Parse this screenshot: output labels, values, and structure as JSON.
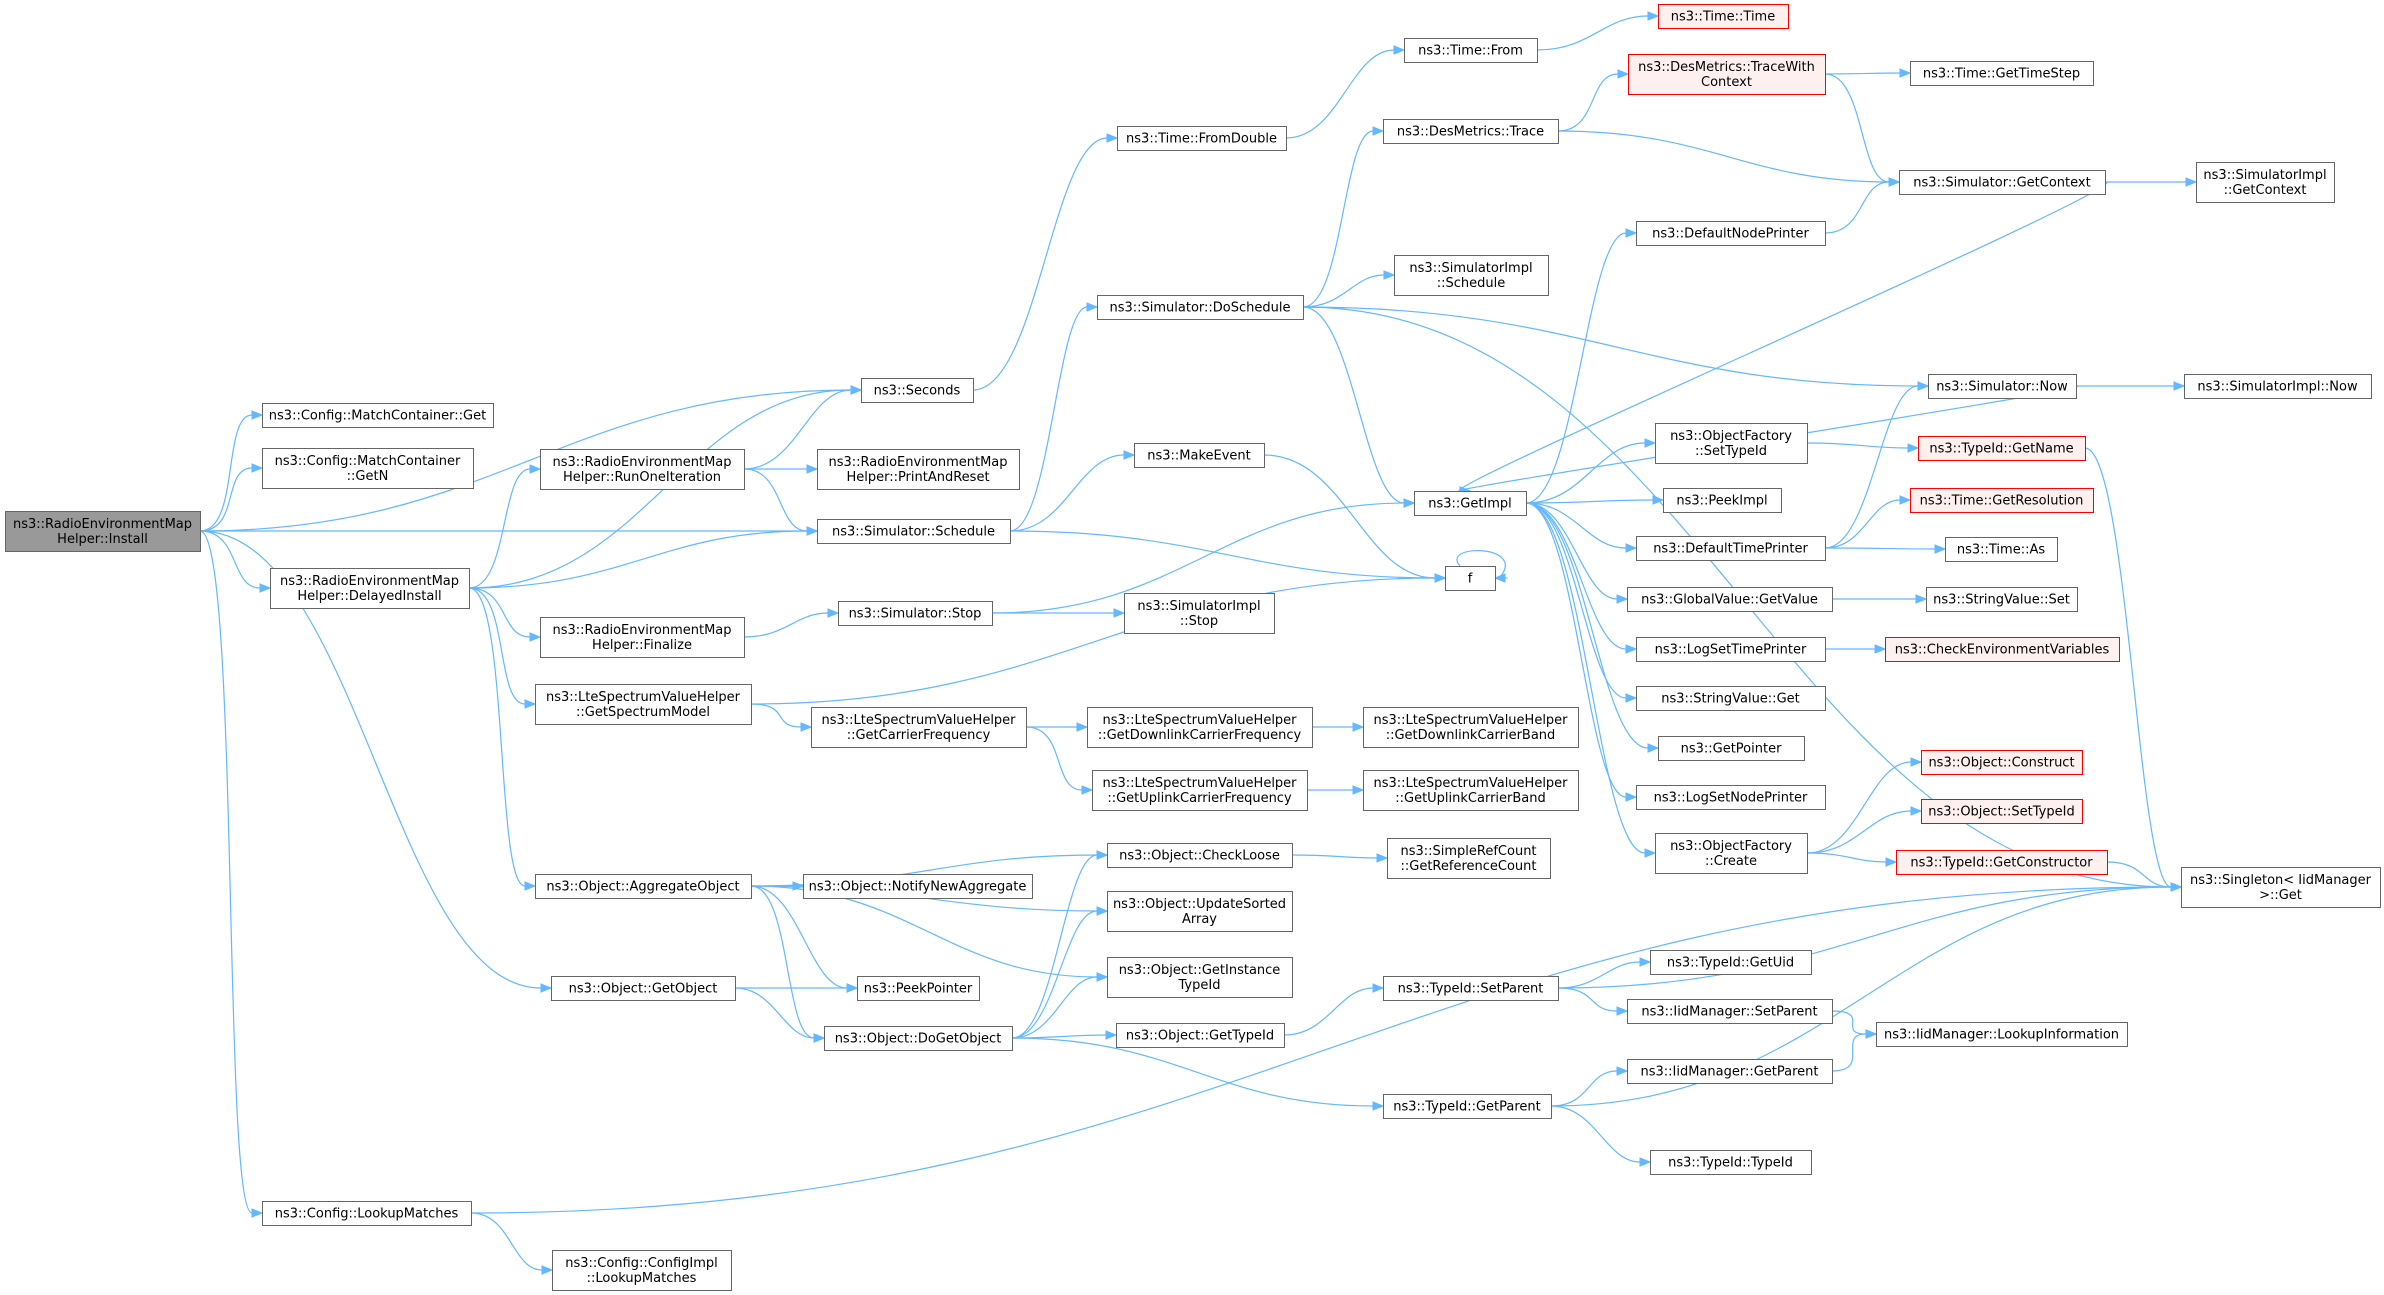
{
  "colors": {
    "edge": "#63b8ff",
    "root_fill": "#999999",
    "node_border": "#666666",
    "truncated_border": "#ff0000",
    "truncated_fill": "#fff0f0"
  },
  "nodes": [
    {
      "id": "install",
      "lines": [
        "ns3::RadioEnvironmentMap",
        "Helper::Install"
      ],
      "kind": "root"
    },
    {
      "id": "mc_get",
      "lines": [
        "ns3::Config::MatchContainer::Get"
      ]
    },
    {
      "id": "mc_getn",
      "lines": [
        "ns3::Config::MatchContainer",
        "::GetN"
      ]
    },
    {
      "id": "delayed",
      "lines": [
        "ns3::RadioEnvironmentMap",
        "Helper::DelayedInstall"
      ]
    },
    {
      "id": "lookupmatches",
      "lines": [
        "ns3::Config::LookupMatches"
      ]
    },
    {
      "id": "cfgimpl_lookup",
      "lines": [
        "ns3::Config::ConfigImpl",
        "::LookupMatches"
      ]
    },
    {
      "id": "runone",
      "lines": [
        "ns3::RadioEnvironmentMap",
        "Helper::RunOneIteration"
      ]
    },
    {
      "id": "finalize",
      "lines": [
        "ns3::RadioEnvironmentMap",
        "Helper::Finalize"
      ]
    },
    {
      "id": "getspecmodel",
      "lines": [
        "ns3::LteSpectrumValueHelper",
        "::GetSpectrumModel"
      ]
    },
    {
      "id": "aggregate",
      "lines": [
        "ns3::Object::AggregateObject"
      ]
    },
    {
      "id": "getobject",
      "lines": [
        "ns3::Object::GetObject"
      ]
    },
    {
      "id": "seconds",
      "lines": [
        "ns3::Seconds"
      ]
    },
    {
      "id": "printreset",
      "lines": [
        "ns3::RadioEnvironmentMap",
        "Helper::PrintAndReset"
      ]
    },
    {
      "id": "schedule",
      "lines": [
        "ns3::Simulator::Schedule"
      ]
    },
    {
      "id": "stop",
      "lines": [
        "ns3::Simulator::Stop"
      ]
    },
    {
      "id": "carrierfreq",
      "lines": [
        "ns3::LteSpectrumValueHelper",
        "::GetCarrierFrequency"
      ]
    },
    {
      "id": "notifynewagg",
      "lines": [
        "ns3::Object::NotifyNewAggregate"
      ]
    },
    {
      "id": "peekpointer",
      "lines": [
        "ns3::PeekPointer"
      ]
    },
    {
      "id": "dogetobject",
      "lines": [
        "ns3::Object::DoGetObject"
      ]
    },
    {
      "id": "fromdouble",
      "lines": [
        "ns3::Time::FromDouble"
      ]
    },
    {
      "id": "doschedule",
      "lines": [
        "ns3::Simulator::DoSchedule"
      ]
    },
    {
      "id": "makeevent",
      "lines": [
        "ns3::MakeEvent"
      ]
    },
    {
      "id": "simimpl_stop",
      "lines": [
        "ns3::SimulatorImpl",
        "::Stop"
      ]
    },
    {
      "id": "dlcarrierfreq",
      "lines": [
        "ns3::LteSpectrumValueHelper",
        "::GetDownlinkCarrierFrequency"
      ]
    },
    {
      "id": "ulcarrierfreq",
      "lines": [
        "ns3::LteSpectrumValueHelper",
        "::GetUplinkCarrierFrequency"
      ]
    },
    {
      "id": "checkloose",
      "lines": [
        "ns3::Object::CheckLoose"
      ]
    },
    {
      "id": "updatesorted",
      "lines": [
        "ns3::Object::UpdateSorted",
        "Array"
      ]
    },
    {
      "id": "getinstancetypeid",
      "lines": [
        "ns3::Object::GetInstance",
        "TypeId"
      ]
    },
    {
      "id": "gettypeid",
      "lines": [
        "ns3::Object::GetTypeId"
      ]
    },
    {
      "id": "time_from",
      "lines": [
        "ns3::Time::From"
      ]
    },
    {
      "id": "destrace",
      "lines": [
        "ns3::DesMetrics::Trace"
      ]
    },
    {
      "id": "simimpl_schedule",
      "lines": [
        "ns3::SimulatorImpl",
        "::Schedule"
      ]
    },
    {
      "id": "getimpl",
      "lines": [
        "ns3::GetImpl"
      ]
    },
    {
      "id": "f",
      "lines": [
        "f"
      ]
    },
    {
      "id": "dlcarrierband",
      "lines": [
        "ns3::LteSpectrumValueHelper",
        "::GetDownlinkCarrierBand"
      ]
    },
    {
      "id": "ulcarrierband",
      "lines": [
        "ns3::LteSpectrumValueHelper",
        "::GetUplinkCarrierBand"
      ]
    },
    {
      "id": "refcount",
      "lines": [
        "ns3::SimpleRefCount",
        "::GetReferenceCount"
      ]
    },
    {
      "id": "setparent",
      "lines": [
        "ns3::TypeId::SetParent"
      ]
    },
    {
      "id": "getparent",
      "lines": [
        "ns3::TypeId::GetParent"
      ]
    },
    {
      "id": "time_time",
      "lines": [
        "ns3::Time::Time"
      ],
      "kind": "trunc"
    },
    {
      "id": "tracewithctx",
      "lines": [
        "ns3::DesMetrics::TraceWith",
        "Context"
      ],
      "kind": "trunc"
    },
    {
      "id": "defnodeprinter",
      "lines": [
        "ns3::DefaultNodePrinter"
      ]
    },
    {
      "id": "objfac_settypeid",
      "lines": [
        "ns3::ObjectFactory",
        "::SetTypeId"
      ]
    },
    {
      "id": "peekimpl",
      "lines": [
        "ns3::PeekImpl"
      ]
    },
    {
      "id": "deftimeprinter",
      "lines": [
        "ns3::DefaultTimePrinter"
      ]
    },
    {
      "id": "globalvalue_get",
      "lines": [
        "ns3::GlobalValue::GetValue"
      ]
    },
    {
      "id": "logsettimeprinter",
      "lines": [
        "ns3::LogSetTimePrinter"
      ]
    },
    {
      "id": "stringvalue_get",
      "lines": [
        "ns3::StringValue::Get"
      ]
    },
    {
      "id": "getpointer",
      "lines": [
        "ns3::GetPointer"
      ]
    },
    {
      "id": "logsetnodeprinter",
      "lines": [
        "ns3::LogSetNodePrinter"
      ]
    },
    {
      "id": "objfac_create",
      "lines": [
        "ns3::ObjectFactory",
        "::Create"
      ]
    },
    {
      "id": "getuid",
      "lines": [
        "ns3::TypeId::GetUid"
      ]
    },
    {
      "id": "iid_setparent",
      "lines": [
        "ns3::IidManager::SetParent"
      ]
    },
    {
      "id": "iid_getparent",
      "lines": [
        "ns3::IidManager::GetParent"
      ]
    },
    {
      "id": "typeid_typeid",
      "lines": [
        "ns3::TypeId::TypeId"
      ]
    },
    {
      "id": "gettimestep",
      "lines": [
        "ns3::Time::GetTimeStep"
      ]
    },
    {
      "id": "getcontext",
      "lines": [
        "ns3::Simulator::GetContext"
      ]
    },
    {
      "id": "sim_now",
      "lines": [
        "ns3::Simulator::Now"
      ]
    },
    {
      "id": "getname",
      "lines": [
        "ns3::TypeId::GetName"
      ],
      "kind": "trunc"
    },
    {
      "id": "getresolution",
      "lines": [
        "ns3::Time::GetResolution"
      ],
      "kind": "trunc"
    },
    {
      "id": "time_as",
      "lines": [
        "ns3::Time::As"
      ]
    },
    {
      "id": "stringvalue_set",
      "lines": [
        "ns3::StringValue::Set"
      ]
    },
    {
      "id": "checkenv",
      "lines": [
        "ns3::CheckEnvironmentVariables"
      ],
      "kind": "trunc"
    },
    {
      "id": "obj_construct",
      "lines": [
        "ns3::Object::Construct"
      ],
      "kind": "trunc"
    },
    {
      "id": "obj_settypeid",
      "lines": [
        "ns3::Object::SetTypeId"
      ],
      "kind": "trunc"
    },
    {
      "id": "getconstructor",
      "lines": [
        "ns3::TypeId::GetConstructor"
      ],
      "kind": "trunc"
    },
    {
      "id": "lookupinfo",
      "lines": [
        "ns3::IidManager::LookupInformation"
      ]
    },
    {
      "id": "simimpl_getcontext",
      "lines": [
        "ns3::SimulatorImpl",
        "::GetContext"
      ]
    },
    {
      "id": "simimpl_now",
      "lines": [
        "ns3::SimulatorImpl::Now"
      ]
    },
    {
      "id": "singleton_get",
      "lines": [
        "ns3::Singleton< IidManager",
        " >::Get"
      ]
    }
  ],
  "edges": [
    [
      "install",
      "seconds"
    ],
    [
      "install",
      "mc_get"
    ],
    [
      "install",
      "mc_getn"
    ],
    [
      "install",
      "schedule"
    ],
    [
      "install",
      "delayed"
    ],
    [
      "install",
      "getobject"
    ],
    [
      "install",
      "lookupmatches"
    ],
    [
      "delayed",
      "seconds"
    ],
    [
      "delayed",
      "runone"
    ],
    [
      "delayed",
      "schedule"
    ],
    [
      "delayed",
      "finalize"
    ],
    [
      "delayed",
      "getspecmodel"
    ],
    [
      "delayed",
      "aggregate"
    ],
    [
      "lookupmatches",
      "cfgimpl_lookup"
    ],
    [
      "lookupmatches",
      "singleton_get"
    ],
    [
      "runone",
      "seconds"
    ],
    [
      "runone",
      "printreset"
    ],
    [
      "runone",
      "schedule"
    ],
    [
      "finalize",
      "stop"
    ],
    [
      "getspecmodel",
      "carrierfreq"
    ],
    [
      "getspecmodel",
      "f"
    ],
    [
      "aggregate",
      "checkloose"
    ],
    [
      "aggregate",
      "updatesorted"
    ],
    [
      "aggregate",
      "notifynewagg"
    ],
    [
      "aggregate",
      "getinstancetypeid"
    ],
    [
      "aggregate",
      "peekpointer"
    ],
    [
      "aggregate",
      "dogetobject"
    ],
    [
      "getobject",
      "peekpointer"
    ],
    [
      "getobject",
      "dogetobject"
    ],
    [
      "seconds",
      "fromdouble"
    ],
    [
      "schedule",
      "doschedule"
    ],
    [
      "schedule",
      "makeevent"
    ],
    [
      "schedule",
      "f"
    ],
    [
      "stop",
      "getimpl"
    ],
    [
      "stop",
      "simimpl_stop"
    ],
    [
      "carrierfreq",
      "dlcarrierfreq"
    ],
    [
      "carrierfreq",
      "ulcarrierfreq"
    ],
    [
      "dogetobject",
      "checkloose"
    ],
    [
      "dogetobject",
      "updatesorted"
    ],
    [
      "dogetobject",
      "getinstancetypeid"
    ],
    [
      "dogetobject",
      "gettypeid"
    ],
    [
      "dogetobject",
      "getparent"
    ],
    [
      "fromdouble",
      "time_from"
    ],
    [
      "doschedule",
      "destrace"
    ],
    [
      "doschedule",
      "sim_now"
    ],
    [
      "doschedule",
      "simimpl_schedule"
    ],
    [
      "doschedule",
      "getimpl"
    ],
    [
      "doschedule",
      "singleton_get"
    ],
    [
      "makeevent",
      "f"
    ],
    [
      "dlcarrierfreq",
      "dlcarrierband"
    ],
    [
      "ulcarrierfreq",
      "ulcarrierband"
    ],
    [
      "checkloose",
      "refcount"
    ],
    [
      "gettypeid",
      "setparent"
    ],
    [
      "time_from",
      "time_time"
    ],
    [
      "destrace",
      "tracewithctx"
    ],
    [
      "destrace",
      "getcontext"
    ],
    [
      "getimpl",
      "defnodeprinter"
    ],
    [
      "getimpl",
      "objfac_settypeid"
    ],
    [
      "getimpl",
      "peekimpl"
    ],
    [
      "getimpl",
      "deftimeprinter"
    ],
    [
      "getimpl",
      "globalvalue_get"
    ],
    [
      "getimpl",
      "logsettimeprinter"
    ],
    [
      "getimpl",
      "stringvalue_get"
    ],
    [
      "getimpl",
      "getpointer"
    ],
    [
      "getimpl",
      "logsetnodeprinter"
    ],
    [
      "getimpl",
      "objfac_create"
    ],
    [
      "f",
      "f"
    ],
    [
      "setparent",
      "getuid"
    ],
    [
      "setparent",
      "iid_setparent"
    ],
    [
      "setparent",
      "singleton_get"
    ],
    [
      "getparent",
      "iid_getparent"
    ],
    [
      "getparent",
      "typeid_typeid"
    ],
    [
      "getparent",
      "singleton_get"
    ],
    [
      "tracewithctx",
      "gettimestep"
    ],
    [
      "tracewithctx",
      "getcontext"
    ],
    [
      "defnodeprinter",
      "getcontext"
    ],
    [
      "objfac_settypeid",
      "getname"
    ],
    [
      "deftimeprinter",
      "sim_now"
    ],
    [
      "deftimeprinter",
      "getresolution"
    ],
    [
      "deftimeprinter",
      "time_as"
    ],
    [
      "globalvalue_get",
      "stringvalue_set"
    ],
    [
      "logsettimeprinter",
      "checkenv"
    ],
    [
      "objfac_create",
      "obj_construct"
    ],
    [
      "objfac_create",
      "obj_settypeid"
    ],
    [
      "objfac_create",
      "getconstructor"
    ],
    [
      "iid_setparent",
      "lookupinfo"
    ],
    [
      "iid_getparent",
      "lookupinfo"
    ],
    [
      "getcontext",
      "simimpl_getcontext"
    ],
    [
      "getcontext",
      "getimpl"
    ],
    [
      "sim_now",
      "simimpl_now"
    ],
    [
      "sim_now",
      "getimpl"
    ],
    [
      "getname",
      "singleton_get"
    ],
    [
      "getconstructor",
      "singleton_get"
    ]
  ]
}
